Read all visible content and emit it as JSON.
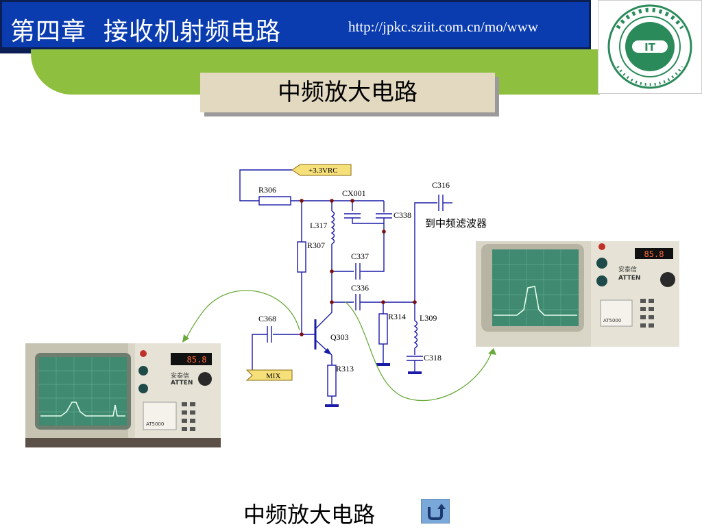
{
  "header": {
    "chapter_title": "第四章  接收机射频电路",
    "url": "http://jpkc.sziit.com.cn/mo/www"
  },
  "logo": {
    "icon": "school-logo-icon",
    "emblem_text": "IT"
  },
  "section_title": "中频放大电路",
  "circuit": {
    "supply_label": "+3.3VRC",
    "input_label": "MIX",
    "output_label": "到中频滤波器",
    "components": {
      "r306": "R306",
      "r307": "R307",
      "r313": "R313",
      "r314": "R314",
      "l317": "L317",
      "l309": "L309",
      "cx001": "CX001",
      "c338": "C338",
      "c337": "C337",
      "c336": "C336",
      "c368": "C368",
      "c316": "C316",
      "c318": "C318",
      "q303": "Q303"
    }
  },
  "scopes": {
    "left": {
      "brand": "安泰信",
      "brand_en": "ATTEN",
      "readout": "85.8",
      "model": "AT5000",
      "icon": "spectrum-analyzer-photo"
    },
    "right": {
      "brand": "安泰信",
      "brand_en": "ATTEN",
      "readout": "85.8",
      "model": "AT5000",
      "icon": "spectrum-analyzer-photo"
    }
  },
  "caption": "中频放大电路",
  "nav": {
    "return_icon": "return-arrow-icon"
  },
  "colors": {
    "header_blue": "#0a3cb0",
    "band_green": "#8fbf3f",
    "wire_blue": "#1a1aa8",
    "node_red": "#7a1010",
    "ground_blue": "#1f3fa0",
    "arrow_green": "#6aaa3a",
    "label_fill": "#f6e07a"
  }
}
